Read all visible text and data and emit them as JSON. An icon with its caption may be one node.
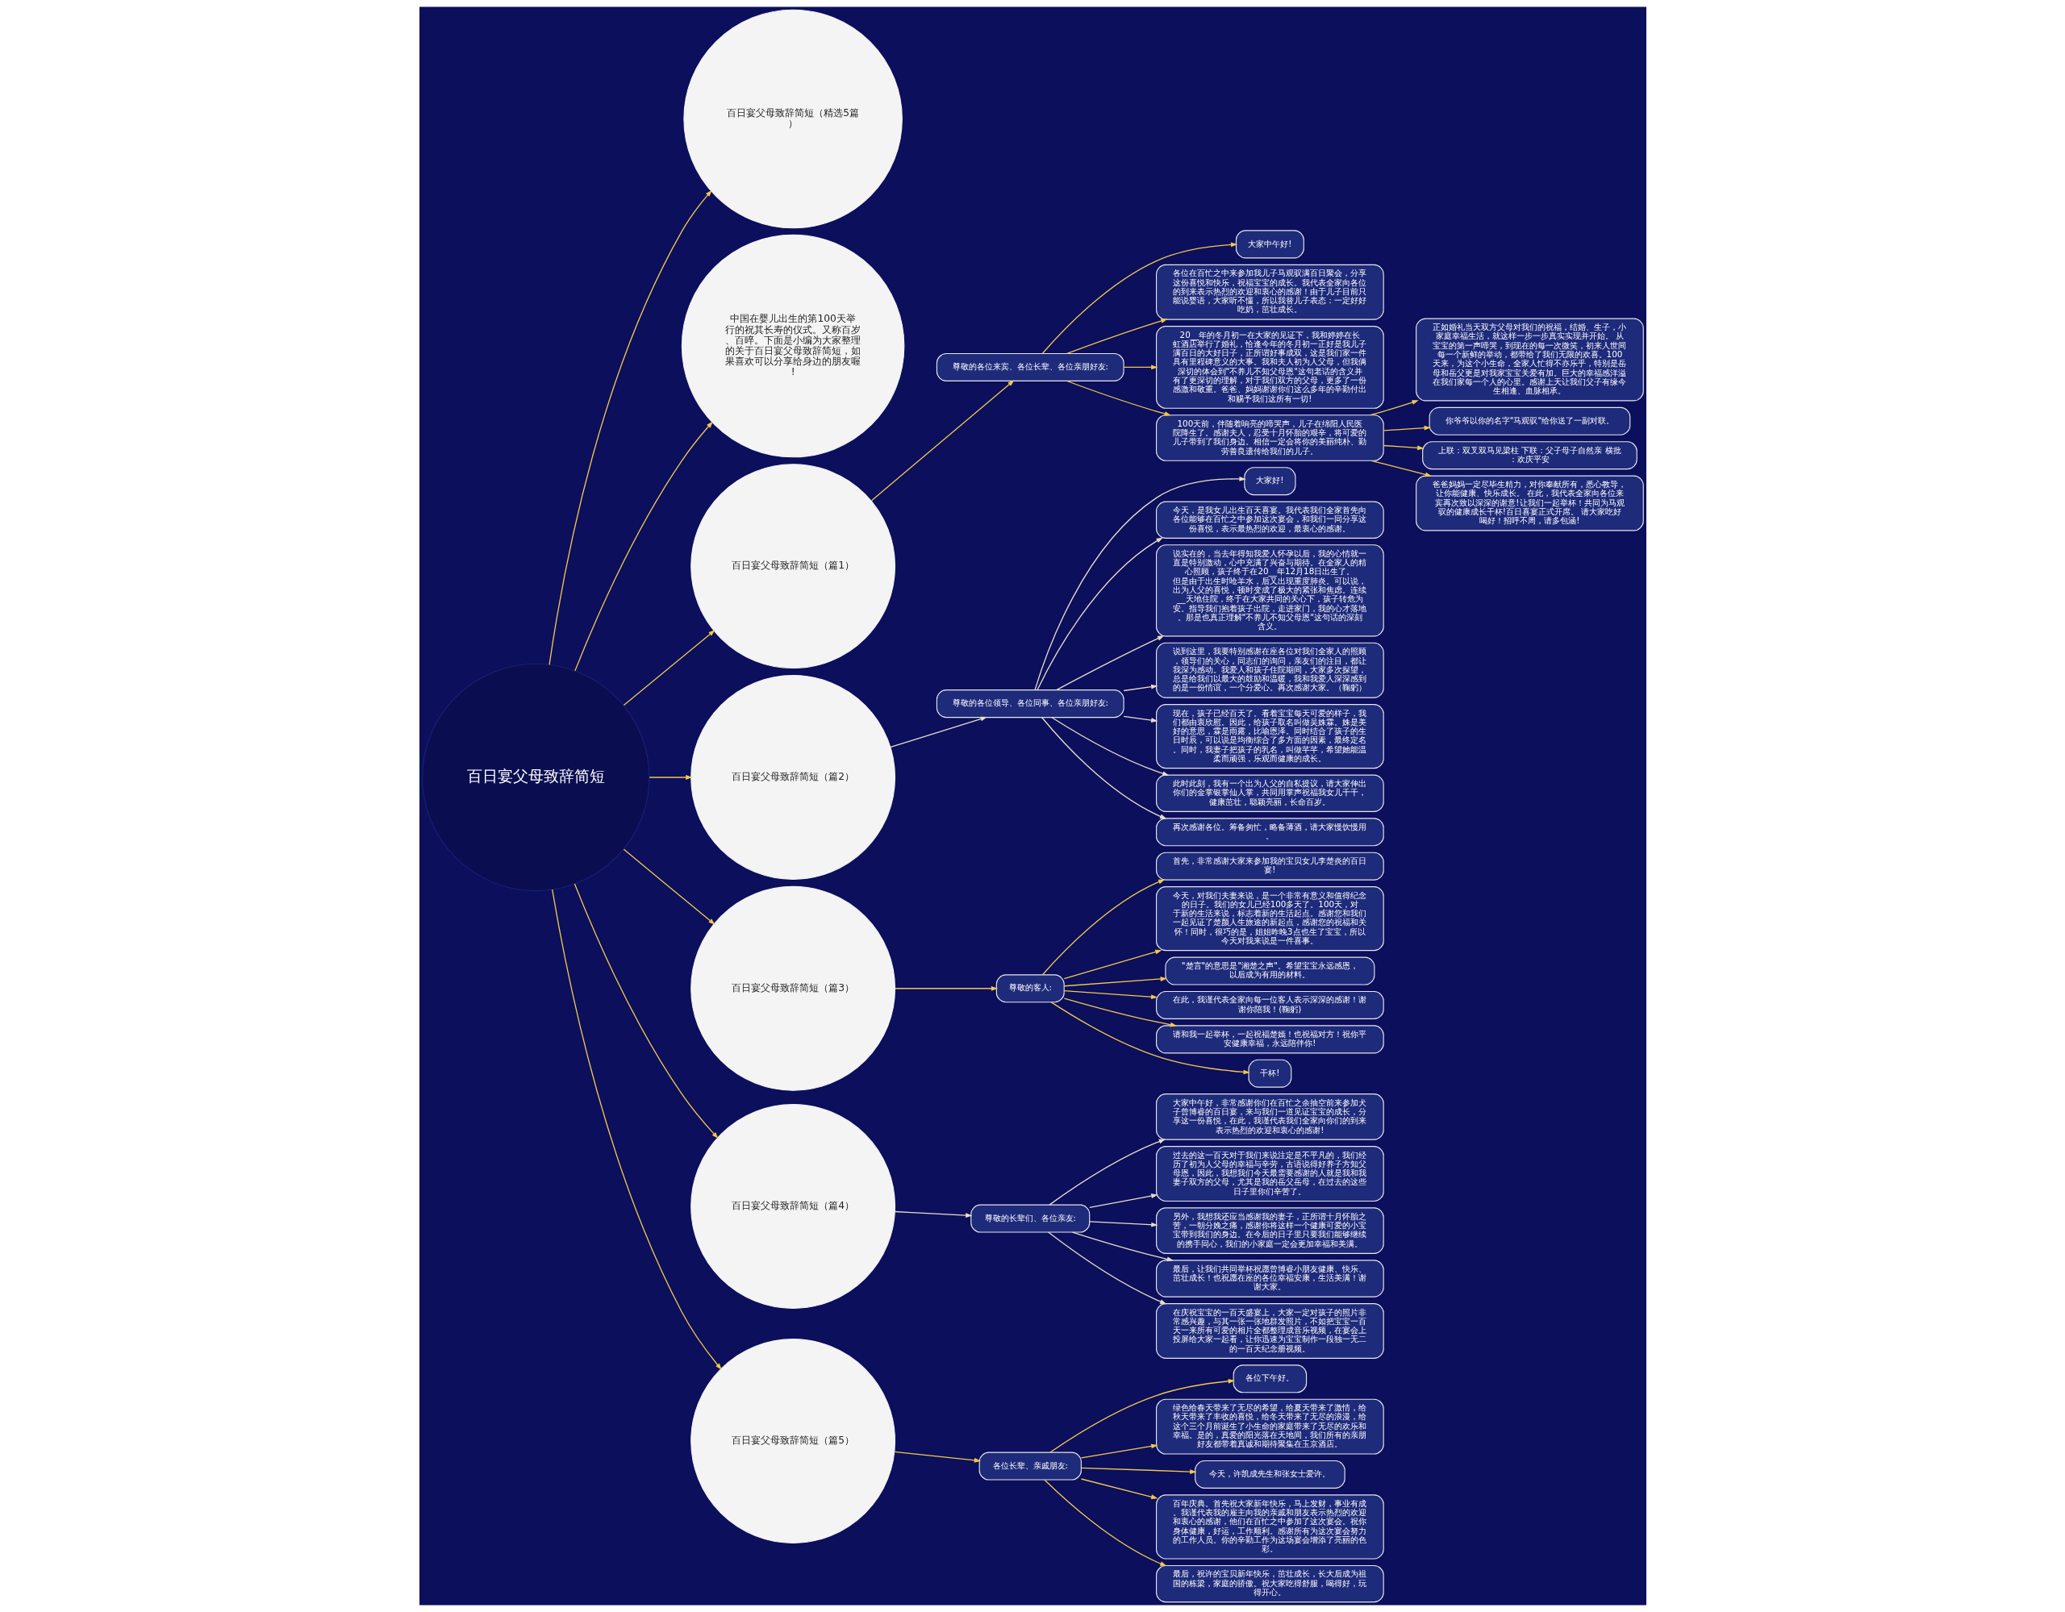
{
  "diagram": {
    "nodes": [
      {
        "text": [
          "百日宴父母致辞简短"
        ]
      },
      {
        "text": [
          "百日宴父母致辞简短（精选5篇）"
        ]
      },
      {
        "text": [
          "中国在婴儿出生的第100天举行的祝其长寿的仪式。又称百岁、百晬。下面是小编为大家整理的关于百日宴父母致辞简短，如果喜欢可以分享给身边的朋友喔!"
        ]
      },
      {
        "text": [
          "百日宴父母致辞简短（篇1）"
        ]
      },
      {
        "text": [
          "尊敬的各位来宾、各位长辈、各位亲朋好友:"
        ]
      },
      {
        "text": [
          "大家中午好!"
        ]
      },
      {
        "text": [
          "各位在百忙之中来参加我儿子马观驭满百日聚会，分享这份喜悦和快乐，祝福宝宝的成长。我代表全家向各位的到来表示热烈的欢迎和衷心的感谢！由于儿子目前只能说婴语，大家听不懂，所以我替儿子表态：一定好好吃奶，茁壮成长。"
        ]
      },
      {
        "text": [
          "20__年的冬月初一在大家的见证下，我和婷婷在长虹酒店举行了婚礼，恰逢今年的冬月初一正好是我儿子满百日的大好日子，正所谓好事成双，这是我们家一件具有里程碑意义的大事。我和夫人初为人父母，但我俩深切的体会到\"不养儿不知父母恩\"这句老话的含义并有了更深切的理解，对于我们双方的父母，更多了一份感激和敬重。爸爸、妈妈谢谢你们这么多年的辛勤付出和赐予我们这所有一切!"
        ]
      },
      {
        "text": [
          "100天前，伴随着响亮的啼哭声，儿子在绵阳人民医院降生了。感谢夫人，忍受十月怀胎的艰辛，将可爱的儿子带到了我们身边。相信一定会将你的美丽纯朴、勤劳善良遗传给我们的儿子。"
        ]
      },
      {
        "text": [
          "正如婚礼当天双方父母对我们的祝福，结婚、生子，小家庭幸福生活，就这样一步一步真实实现并开始。 从宝宝的第一声啼哭，到现在的每一次微笑，初来人世间每一个新鲜的举动，都带给了我们无限的欢喜。100天来，为这个小生命，全家人忙得不亦乐乎，特别是岳母和岳父更是对我家宝宝关爱有加。巨大的幸福感洋溢在我们家每一个人的心里。感谢上天让我们父子有缘今生相逢、血脉相承。"
        ]
      },
      {
        "text": [
          "你爷爷以你的名字\"马观驭\"给你送了一副对联。"
        ]
      },
      {
        "text": [
          "上联：双叉双马见梁柱 下联：父子母子自然亲 横批：欢庆平安"
        ]
      },
      {
        "text": [
          "爸爸妈妈一定尽毕生精力，对你奉献所有，悉心教导，让你能健康、快乐成长。 在此，我代表全家向各位来宾再次致以深深的谢意!让我们一起举杯！共同为马观驭的健康成长干杯!百日喜宴正式开席。 请大家吃好喝好！招呼不周，请多包涵!"
        ]
      },
      {
        "text": [
          "百日宴父母致辞简短（篇2）"
        ]
      },
      {
        "text": [
          "尊敬的各位领导、各位同事、各位亲朋好友:"
        ]
      },
      {
        "text": [
          "大家好!"
        ]
      },
      {
        "text": [
          "今天，是我女儿出生百天喜宴。我代表我们全家首先向各位能够在百忙之中参加这次宴会，和我们一同分享这份喜悦，表示最热烈的欢迎，最衷心的感谢。"
        ]
      },
      {
        "text": [
          "说实在的，当去年得知我爱人怀孕以后，我的心情就一直是特别激动，心中充满了兴奋与期待。在全家人的精心照顾，孩子终于在20__年12月18日出生了。但是由于出生时呛羊水，后又出现重度肺炎。可以说，出为人父的喜悦，顿时变成了极大的紧张和焦虑。连续__天地住院，终于在大家共同的关心下，孩子转危为安。指导我们抱着孩子出院，走进家门，我的心才落地。那是也真正理解\"不养儿不知父母恩\"这句话的深刻含义。"
        ]
      },
      {
        "text": [
          "说到这里，我要特别感谢在座各位对我们全家人的照顾，领导们的关心，同志们的询问，亲友们的注目，都让我深为感动。我爱人和孩子住院期间，大家多次探望，总是给我们以最大的鼓励和温暖，我和我爱人深深感到的是一份情谊，一个分爱心。再次感谢大家。（鞠躬）"
        ]
      },
      {
        "text": [
          "现在，孩子已经百天了。看着宝宝每天可爱的样子，我们都由衷欣慰。因此，给孩子取名叫做吴姝霖。姝是美好的意思，霖是雨露，比喻恩泽。同时结合了孩子的生日时辰，可以说是均衡综合了多方面的因素，最终定名。同时，我妻子把孩子的乳名，叫做芊芊，希望她能温柔而顽强，乐观而健康的成长。"
        ]
      },
      {
        "text": [
          "此时此刻，我有一个出为人父的自私提议，请大家伸出你们的金掌银掌仙人掌，共同用掌声祝福我女儿千千，健康茁壮，聪颖亮丽，长命百岁。"
        ]
      },
      {
        "text": [
          "再次感谢各位。筹备匆忙，略备薄酒，请大家慢饮慢用。"
        ]
      },
      {
        "text": [
          "百日宴父母致辞简短（篇3）"
        ]
      },
      {
        "text": [
          "尊敬的客人:"
        ]
      },
      {
        "text": [
          "首先，非常感谢大家来参加我的宝贝女儿李楚炎的百日宴!"
        ]
      },
      {
        "text": [
          "今天，对我们夫妻来说，是一个非常有意义和值得纪念的日子。我们的女儿已经100多天了。100天，对于新的生活来说，标志着新的生活起点。感谢您和我们一起见证了楚颜人生旅途的新起点，感谢您的祝福和关怀！同时，很巧的是，姐姐昨晚3点也生了宝宝，所以今天对我来说是一件喜事。"
        ]
      },
      {
        "text": [
          "\"楚言\"的意思是\"湘楚之声\"。希望宝宝永远感恩，以后成为有用的材料。"
        ]
      },
      {
        "text": [
          "在此，我谨代表全家向每一位客人表示深深的感谢！谢谢你陪我！(鞠躬)"
        ]
      },
      {
        "text": [
          "请和我一起举杯，一起祝福楚嫣！也祝福对方！祝你平安健康幸福，永远陪伴你!"
        ]
      },
      {
        "text": [
          "干杯!"
        ]
      },
      {
        "text": [
          "百日宴父母致辞简短（篇4）"
        ]
      },
      {
        "text": [
          "尊敬的长辈们、各位亲友:"
        ]
      },
      {
        "text": [
          "大家中午好，非常感谢你们在百忙之余抽空前来参加犬子曾博睿的百日宴，来与我们一道见证宝宝的成长，分享这一份喜悦，在此，我谨代表我们全家向你们的到来表示热烈的欢迎和衷心的感谢!"
        ]
      },
      {
        "text": [
          "过去的这一百天对于我们来说注定是不平凡的，我们经历了初为人父母的幸福与辛劳，古语说得好养子方知父母恩，因此，我想我们今天最需要感谢的人就是我和我妻子双方的父母，尤其是我的岳父岳母，在过去的这些日子里你们辛苦了。"
        ]
      },
      {
        "text": [
          "另外，我想我还应当感谢我的妻子，正所谓十月怀胎之苦，一朝分娩之痛，感谢你将这样一个健康可爱的小宝宝带到我们的身边。在今后的日子里只要我们能够继续的携手同心，我们的小家庭一定会更加幸福和美满。"
        ]
      },
      {
        "text": [
          "最后，让我们共同举杯祝愿曾博睿小朋友健康、快乐、茁壮成长！也祝愿在座的各位幸福安康，生活美满！谢谢大家。"
        ]
      },
      {
        "text": [
          "在庆祝宝宝的一百天盛宴上，大家一定对孩子的照片非常感兴趣，与其一张一张地群发照片，不如把宝宝一百天一来所有可爱的相片全都整理成音乐视频，在宴会上投屏给大家一起看，让你迅速为宝宝制作一段独一无二的一百天纪念册视频。"
        ]
      },
      {
        "text": [
          "百日宴父母致辞简短（篇5）"
        ]
      },
      {
        "text": [
          "各位长辈、亲戚朋友:"
        ]
      },
      {
        "text": [
          "各位下午好。"
        ]
      },
      {
        "text": [
          "绿色给春天带来了无尽的希望，给夏天带来了激情，给秋天带来了丰收的喜悦，给冬天带来了无尽的浪漫，给这个三个月前诞生了小生命的家庭带来了无尽的欢乐和幸福。是的，真爱的阳光落在天地间，我们所有的亲朋好友都带着真诚和期待聚集在玉京酒店。"
        ]
      },
      {
        "text": [
          "今天，许凯成先生和张女士爱许。"
        ]
      },
      {
        "text": [
          "百年庆典。首先祝大家新年快乐，马上发财，事业有成。我谨代表我的雇主向我的亲戚和朋友表示热烈的欢迎和衷心的感谢，他们在百忙之中参加了这次宴会。祝你身体健康，好运，工作顺利。感谢所有为这次宴会努力的工作人员。你的辛勤工作为这场宴会增添了亮丽的色彩。"
        ]
      },
      {
        "text": [
          "最后，祝许的宝贝新年快乐，茁壮成长，长大后成为祖国的栋梁，家庭的骄傲。祝大家吃得舒服，喝得好，玩得开心。"
        ]
      }
    ],
    "edges": [
      {
        "from": 0,
        "to": 1,
        "arrow": "to"
      },
      {
        "from": 0,
        "to": 2,
        "arrow": "to"
      },
      {
        "from": 0,
        "to": 3,
        "arrow": "to"
      },
      {
        "from": 3,
        "to": 4,
        "arrow": "to"
      },
      {
        "from": 4,
        "to": 5,
        "arrow": "to"
      },
      {
        "from": 4,
        "to": 6,
        "arrow": "to"
      },
      {
        "from": 4,
        "to": 7,
        "arrow": "to"
      },
      {
        "from": 4,
        "to": 8,
        "arrow": "to"
      },
      {
        "from": 8,
        "to": 9,
        "arrow": "to"
      },
      {
        "from": 8,
        "to": 10,
        "arrow": "to"
      },
      {
        "from": 8,
        "to": 11,
        "arrow": "to"
      },
      {
        "from": 8,
        "to": 12,
        "arrow": "to"
      },
      {
        "from": 0,
        "to": 13,
        "arrow": "to"
      },
      {
        "from": 13,
        "to": 14,
        "arrow": "to",
        "color": "#e6dfc8"
      },
      {
        "from": 14,
        "to": 15,
        "arrow": "to",
        "color": "#e6dfc8"
      },
      {
        "from": 14,
        "to": 16,
        "arrow": "to",
        "color": "#e6dfc8"
      },
      {
        "from": 14,
        "to": 17,
        "arrow": "to",
        "color": "#e6dfc8"
      },
      {
        "from": 14,
        "to": 18,
        "arrow": "to",
        "color": "#e6dfc8"
      },
      {
        "from": 14,
        "to": 19,
        "arrow": "to",
        "color": "#e6dfc8"
      },
      {
        "from": 14,
        "to": 20,
        "arrow": "to",
        "color": "#e6dfc8"
      },
      {
        "from": 14,
        "to": 21,
        "arrow": "to",
        "color": "#e6dfc8"
      },
      {
        "from": 0,
        "to": 22,
        "arrow": "to"
      },
      {
        "from": 22,
        "to": 23,
        "arrow": "to"
      },
      {
        "from": 23,
        "to": 24,
        "arrow": "to"
      },
      {
        "from": 23,
        "to": 25,
        "arrow": "to"
      },
      {
        "from": 23,
        "to": 26,
        "arrow": "to"
      },
      {
        "from": 23,
        "to": 27,
        "arrow": "to"
      },
      {
        "from": 23,
        "to": 28,
        "arrow": "to"
      },
      {
        "from": 23,
        "to": 29,
        "arrow": "to"
      },
      {
        "from": 0,
        "to": 30,
        "arrow": "to"
      },
      {
        "from": 30,
        "to": 31,
        "arrow": "to",
        "color": "#e6dfc8"
      },
      {
        "from": 31,
        "to": 32,
        "arrow": "to",
        "color": "#e6dfc8"
      },
      {
        "from": 31,
        "to": 33,
        "arrow": "to",
        "color": "#e6dfc8"
      },
      {
        "from": 31,
        "to": 34,
        "arrow": "to",
        "color": "#e6dfc8"
      },
      {
        "from": 31,
        "to": 35,
        "arrow": "to",
        "color": "#e6dfc8"
      },
      {
        "from": 31,
        "to": 36,
        "arrow": "to",
        "color": "#e6dfc8"
      },
      {
        "from": 0,
        "to": 37,
        "arrow": "to"
      },
      {
        "from": 37,
        "to": 38,
        "arrow": "to"
      },
      {
        "from": 38,
        "to": 39,
        "arrow": "to"
      },
      {
        "from": 38,
        "to": 40,
        "arrow": "to"
      },
      {
        "from": 38,
        "to": 41,
        "arrow": "to"
      },
      {
        "from": 38,
        "to": 42,
        "arrow": "to"
      },
      {
        "from": 38,
        "to": 43,
        "arrow": "to"
      }
    ]
  }
}
